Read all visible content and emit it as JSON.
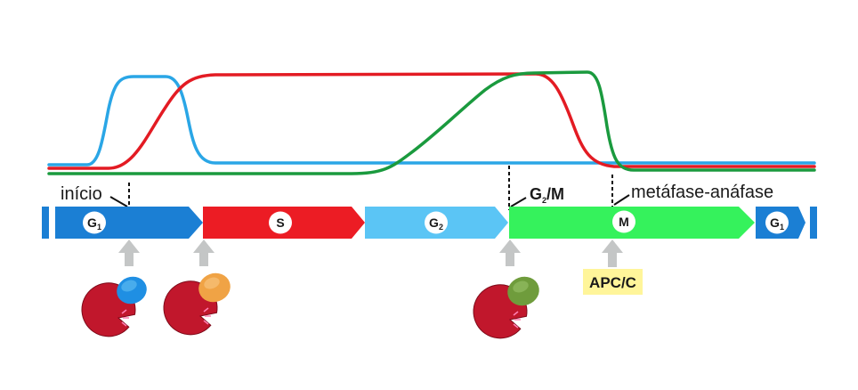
{
  "labels": {
    "start": "início",
    "g2m": {
      "main": "G",
      "sub": "2",
      "rest": "/M"
    },
    "metaphase_anaphase": "metáfase-anáfase",
    "apc": "APC/C"
  },
  "phases": {
    "g1": {
      "main": "G",
      "sub": "1"
    },
    "s": {
      "main": "S"
    },
    "g2": {
      "main": "G",
      "sub": "2"
    },
    "m": {
      "main": "M"
    },
    "g1_next": {
      "main": "G",
      "sub": "1"
    }
  },
  "colors": {
    "g1": "#1b7fd4",
    "s": "#ec1c24",
    "g2": "#5bc5f5",
    "m": "#35f25c",
    "curve_blue": "#2aa6e6",
    "curve_red": "#e31b23",
    "curve_green": "#1a9a3e",
    "cdk": "#c1172c",
    "cyclin_g1": "#1f8fe3",
    "cyclin_s": "#f0a345",
    "cyclin_m": "#6f9c3c",
    "apc_box": "#fff59a",
    "arrow_gray": "#c4c6c6"
  }
}
